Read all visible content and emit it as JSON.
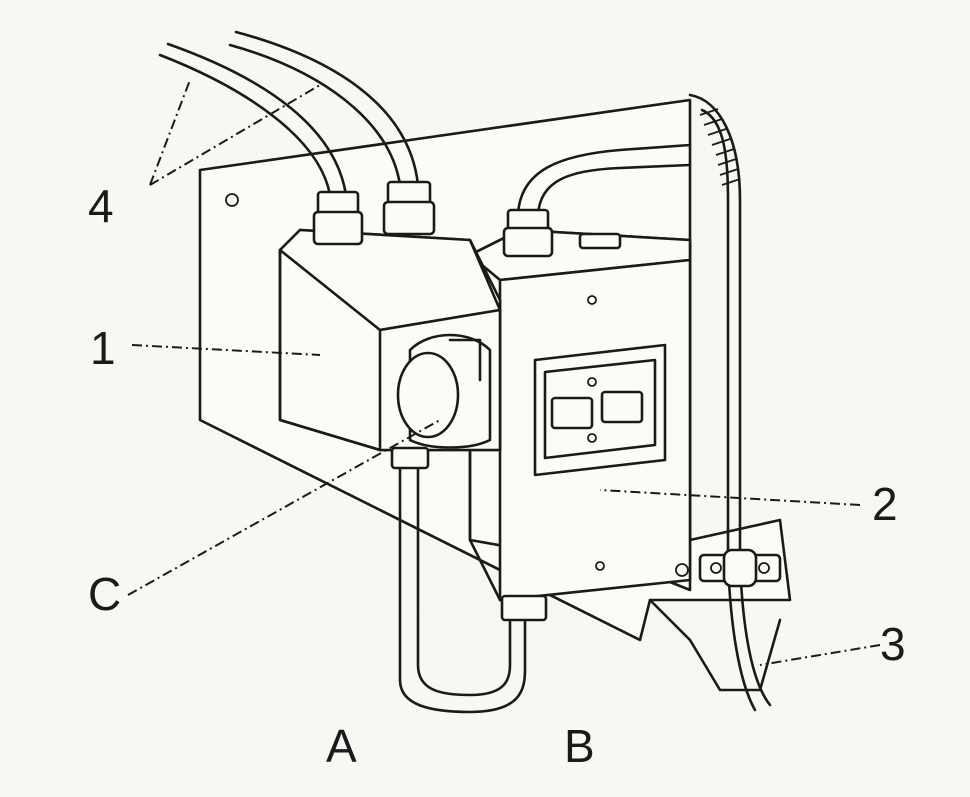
{
  "labels": {
    "num_1": "1",
    "num_2": "2",
    "num_3": "3",
    "num_4": "4",
    "letter_c": "C",
    "letter_a": "A",
    "letter_b": "B"
  }
}
